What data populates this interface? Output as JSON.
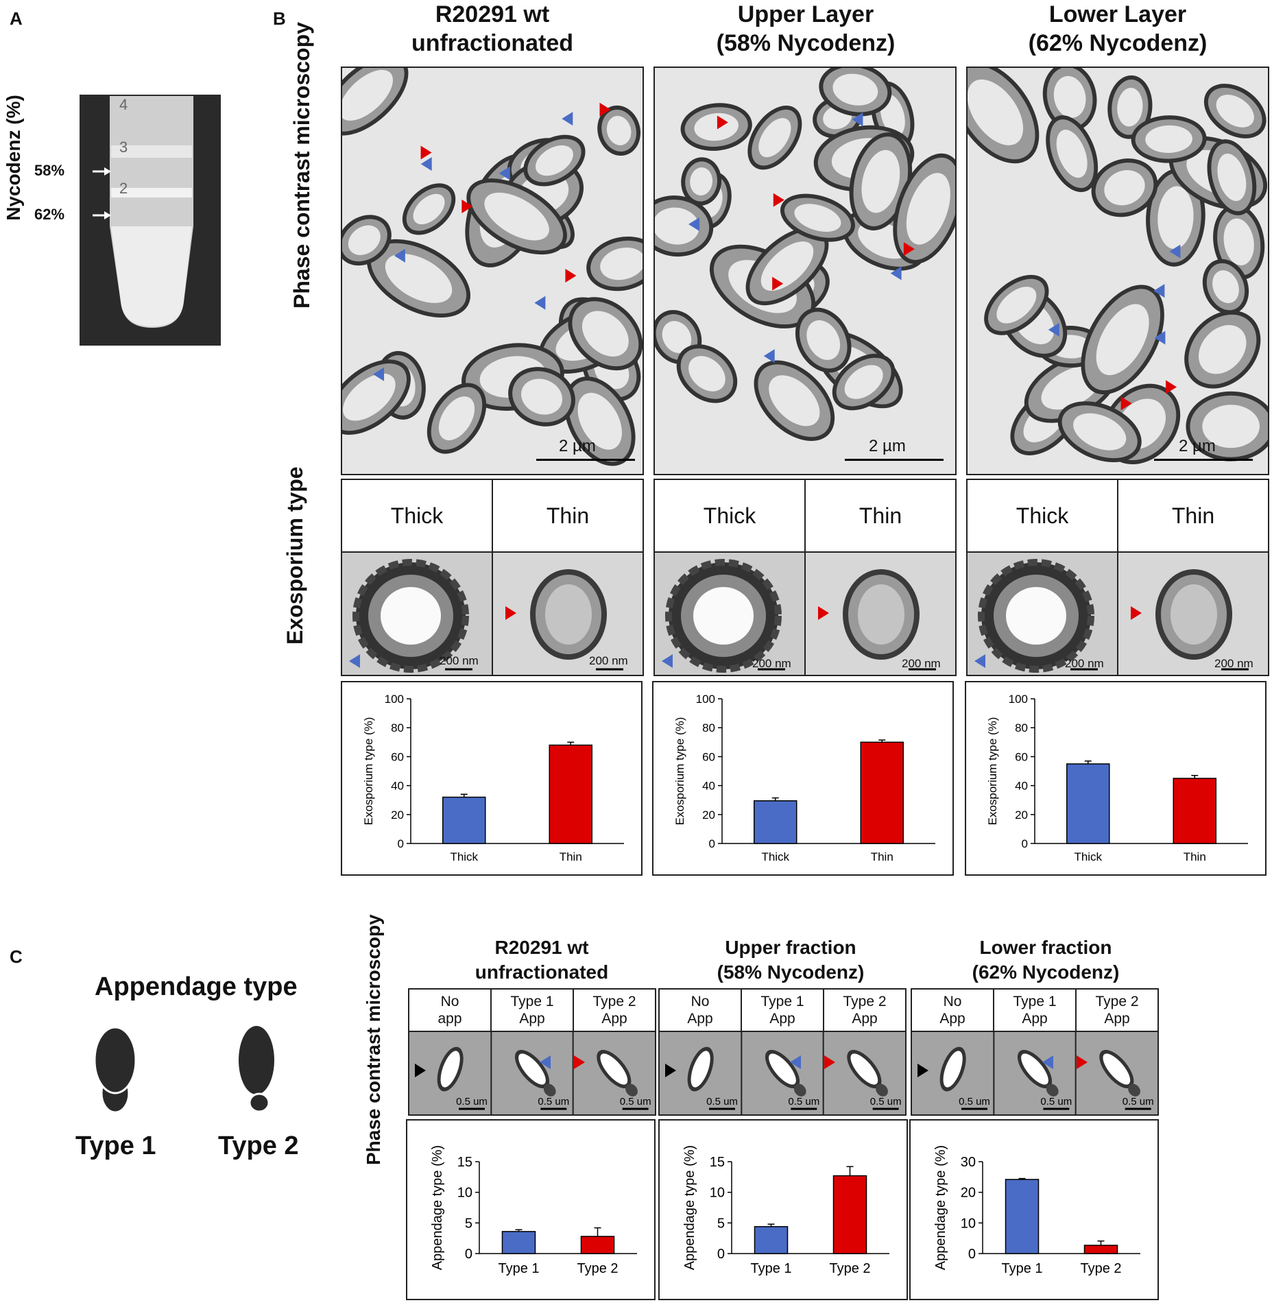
{
  "panels": {
    "A": {
      "letter": "A",
      "axis_label": "Nycodenz (%)",
      "markers": [
        "58%",
        "62%"
      ],
      "tube_numbers": [
        "4",
        "3",
        "2"
      ]
    },
    "B": {
      "letter": "B",
      "row_labels": {
        "phase": "Phase contrast microscopy",
        "exosporium": "Exosporium type"
      },
      "columns": [
        {
          "title_line1": "R20291 wt",
          "title_line2": "unfractionated",
          "scale_bar": "2 µm"
        },
        {
          "title_line1": "Upper Layer",
          "title_line2": "(58% Nycodenz)",
          "scale_bar": "2 µm"
        },
        {
          "title_line1": "Lower Layer",
          "title_line2": "(62% Nycodenz)",
          "scale_bar": "2 µm"
        }
      ],
      "type_labels": [
        "Thick",
        "Thin"
      ],
      "small_scale_bar": "200 nm"
    },
    "C": {
      "letter": "C",
      "diagram_title": "Appendage type",
      "diagram_labels": [
        "Type 1",
        "Type 2"
      ],
      "row_label": "Phase contrast microscopy",
      "columns": [
        {
          "title_line1": "R20291 wt",
          "title_line2": "unfractionated",
          "headers": [
            [
              "No",
              "app"
            ],
            [
              "Type 1",
              "App"
            ],
            [
              "Type 2",
              "App"
            ]
          ]
        },
        {
          "title_line1": "Upper fraction",
          "title_line2": "(58% Nycodenz)",
          "headers": [
            [
              "No",
              "App"
            ],
            [
              "Type 1",
              "App"
            ],
            [
              "Type 2",
              "App"
            ]
          ]
        },
        {
          "title_line1": "Lower fraction",
          "title_line2": "(62% Nycodenz)",
          "headers": [
            [
              "No",
              "App"
            ],
            [
              "Type 1",
              "App"
            ],
            [
              "Type 2",
              "App"
            ]
          ]
        }
      ],
      "scale_bar": "0.5 um"
    }
  },
  "colors": {
    "blue": "#4a6cc6",
    "red": "#dd0000",
    "arrow_black": "#000000"
  },
  "chart_data": [
    {
      "type": "bar",
      "panel": "B",
      "categories": [
        "Thick",
        "Thin"
      ],
      "values": [
        32,
        68
      ],
      "errors": [
        2,
        2
      ],
      "ylabel": "Exosporium type (%)",
      "ylim": [
        0,
        100
      ],
      "yticks": [
        0,
        20,
        40,
        60,
        80,
        100
      ]
    },
    {
      "type": "bar",
      "panel": "B",
      "categories": [
        "Thick",
        "Thin"
      ],
      "values": [
        29.5,
        70
      ],
      "errors": [
        2,
        1.5
      ],
      "ylabel": "Exosporium type (%)",
      "ylim": [
        0,
        100
      ],
      "yticks": [
        0,
        20,
        40,
        60,
        80,
        100
      ]
    },
    {
      "type": "bar",
      "panel": "B",
      "categories": [
        "Thick",
        "Thin"
      ],
      "values": [
        55,
        45
      ],
      "errors": [
        2,
        2
      ],
      "ylabel": "Exosporium type (%)",
      "ylim": [
        0,
        100
      ],
      "yticks": [
        0,
        20,
        40,
        60,
        80,
        100
      ]
    },
    {
      "type": "bar",
      "panel": "C",
      "categories": [
        "Type  1",
        "Type 2"
      ],
      "values": [
        3.6,
        2.8
      ],
      "errors": [
        0.3,
        1.4
      ],
      "ylabel": "Appendage type (%)",
      "ylim": [
        0,
        15
      ],
      "yticks": [
        0,
        5,
        10,
        15
      ]
    },
    {
      "type": "bar",
      "panel": "C",
      "categories": [
        "Type  1",
        "Type 2"
      ],
      "values": [
        4.4,
        12.7
      ],
      "errors": [
        0.4,
        1.5
      ],
      "ylabel": "Appendage type (%)",
      "ylim": [
        0,
        15
      ],
      "yticks": [
        0,
        5,
        10,
        15
      ]
    },
    {
      "type": "bar",
      "panel": "C",
      "categories": [
        "Type  1",
        "Type 2"
      ],
      "values": [
        24.2,
        2.7
      ],
      "errors": [
        0.3,
        1.4
      ],
      "ylabel": "Appendage type (%)",
      "ylim": [
        0,
        30
      ],
      "yticks": [
        0,
        10,
        20,
        30
      ]
    }
  ]
}
